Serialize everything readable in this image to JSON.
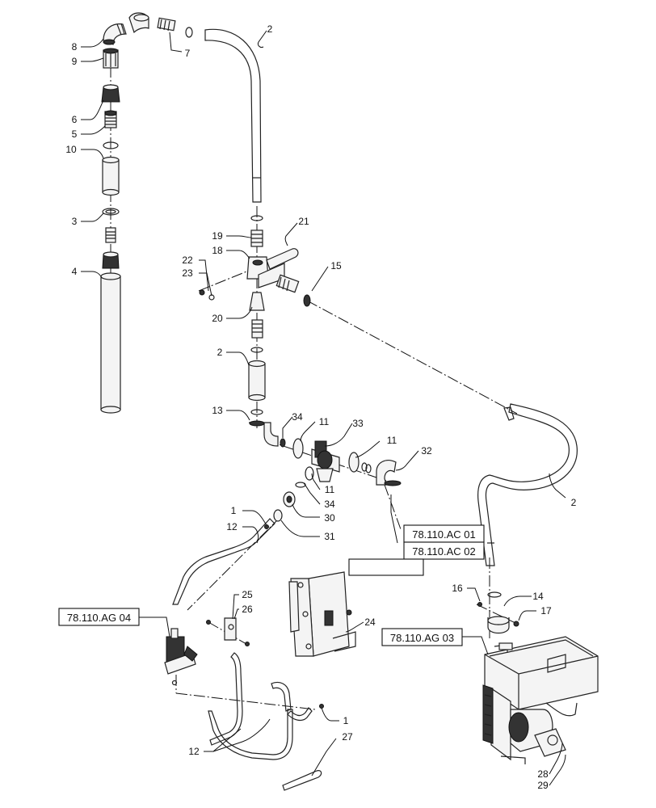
{
  "callouts": [
    "2",
    "7",
    "8",
    "9",
    "6",
    "5",
    "10",
    "3",
    "4",
    "19",
    "21",
    "18",
    "22",
    "23",
    "15",
    "20",
    "2",
    "13",
    "34",
    "11",
    "33",
    "11",
    "32",
    "34",
    "11",
    "30",
    "1",
    "31",
    "12",
    "2",
    "16",
    "14",
    "17",
    "25",
    "26",
    "24",
    "1",
    "12",
    "27",
    "28",
    "29"
  ],
  "refs": [
    "78.110.AC 01",
    "78.110.AC 02",
    "78.110.AG 04",
    "78.110.AG 03"
  ],
  "blank_box": ""
}
